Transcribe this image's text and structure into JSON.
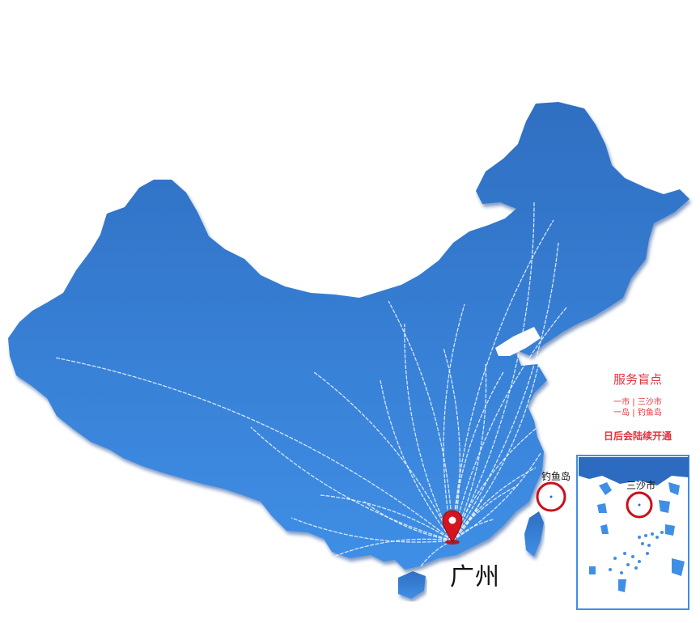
{
  "map": {
    "origin_city": "广州",
    "colors": {
      "land_light": "#3f8fe6",
      "land_dark": "#2c6bbf",
      "land_edge": "#1f559f",
      "route_line": "#f2f6ff",
      "pin": "#d4141e",
      "marker_ring": "#c8101c",
      "notice_text": "#e0323c"
    },
    "markers": [
      {
        "id": "diaoyu",
        "label": "钓鱼岛"
      },
      {
        "id": "sansha",
        "label": "三沙市"
      }
    ],
    "inset": {
      "name": "south-china-sea-inset"
    }
  },
  "notice": {
    "title": "服务盲点",
    "line1": "一市 | 三沙市",
    "line2": "一岛 | 钓鱼岛",
    "footer": "日后会陆续开通"
  }
}
